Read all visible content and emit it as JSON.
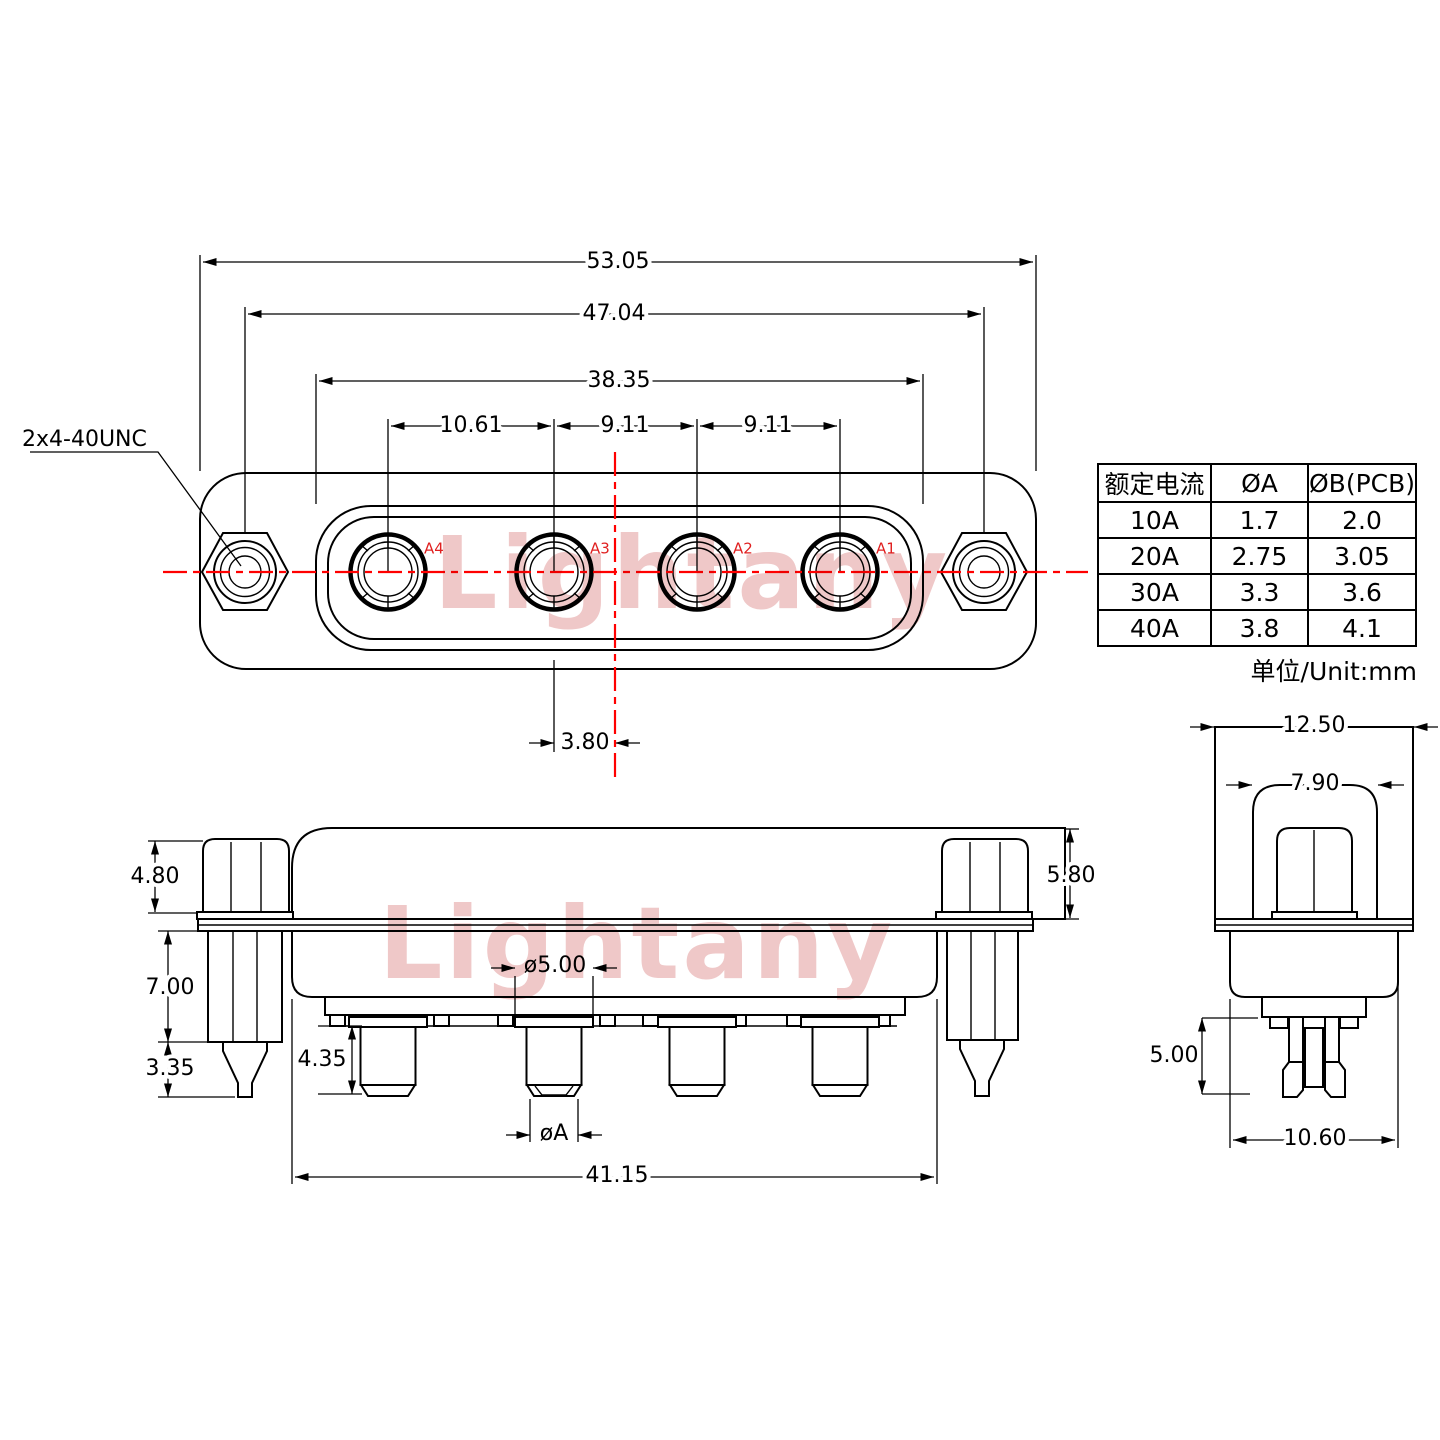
{
  "watermark": {
    "text": "Lightany",
    "color": "#efc8c8"
  },
  "colors": {
    "line": "#000000",
    "centerline_red": "#ff0000",
    "pin_label_red": "#e02020"
  },
  "top_view": {
    "thread_label": "2x4-40UNC",
    "pin_labels": [
      "A4",
      "A3",
      "A2",
      "A1"
    ],
    "dims": {
      "overall_width": "53.05",
      "mount_spacing": "47.04",
      "shell_width": "38.35",
      "pitch_a4_a3": "10.61",
      "pitch_a3_a2": "9.11",
      "pitch_a2_a1": "9.11",
      "center_offset": "3.80"
    }
  },
  "side_view": {
    "dims": {
      "nut_height": "4.80",
      "standoff_length": "7.00",
      "jackscrew_tip": "3.35",
      "pin_protrusion": "4.35",
      "shoulder_dia": "ø5.00",
      "pin_dia": "øA",
      "insulator_length": "41.15",
      "housing_height": "5.80"
    }
  },
  "end_view": {
    "dims": {
      "flange_width": "12.50",
      "bracket_width": "7.90",
      "pin_protrusion": "5.00",
      "body_width": "10.60"
    }
  },
  "spec_table": {
    "headers": [
      "额定电流",
      "ØA",
      "ØB(PCB)"
    ],
    "rows": [
      [
        "10A",
        "1.7",
        "2.0"
      ],
      [
        "20A",
        "2.75",
        "3.05"
      ],
      [
        "30A",
        "3.3",
        "3.6"
      ],
      [
        "40A",
        "3.8",
        "4.1"
      ]
    ],
    "unit_note": "单位/Unit:mm"
  }
}
